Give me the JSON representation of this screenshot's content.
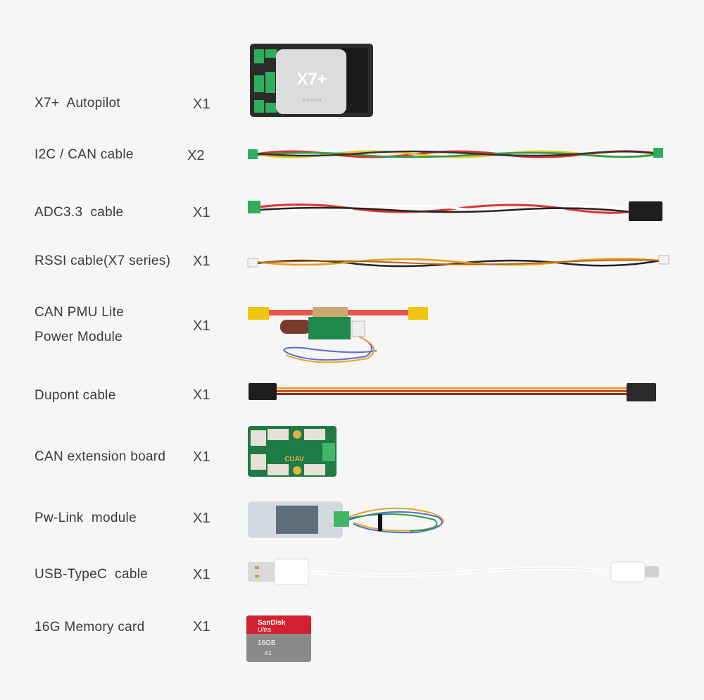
{
  "items": [
    {
      "label": "X7+  Autopilot",
      "qty": "X1",
      "product_text": {
        "model": "X7+",
        "sub": "Autopilot"
      }
    },
    {
      "label": "I2C / CAN cable",
      "qty": "X2"
    },
    {
      "label": "ADC3.3  cable",
      "qty": "X1"
    },
    {
      "label": "RSSI cable(X7 series)",
      "qty": "X1"
    },
    {
      "label_line1": "CAN PMU Lite",
      "label_line2": "Power Module",
      "qty": "X1"
    },
    {
      "label": "Dupont cable",
      "qty": "X1"
    },
    {
      "label": "CAN extension board",
      "qty": "X1",
      "product_text": {
        "brand": "CUAV"
      }
    },
    {
      "label": "Pw-Link  module",
      "qty": "X1"
    },
    {
      "label": "USB-TypeC  cable",
      "qty": "X1"
    },
    {
      "label": "16G Memory card",
      "qty": "X1",
      "product_text": {
        "brand": "SanDisk",
        "line": "Ultra",
        "capacity": "16GB",
        "class": "A1"
      }
    }
  ],
  "colors": {
    "background": "#f6f6f6",
    "text": "#3a3a3a",
    "connector_green": "#2fae5c",
    "sd_red": "#d1202f"
  }
}
